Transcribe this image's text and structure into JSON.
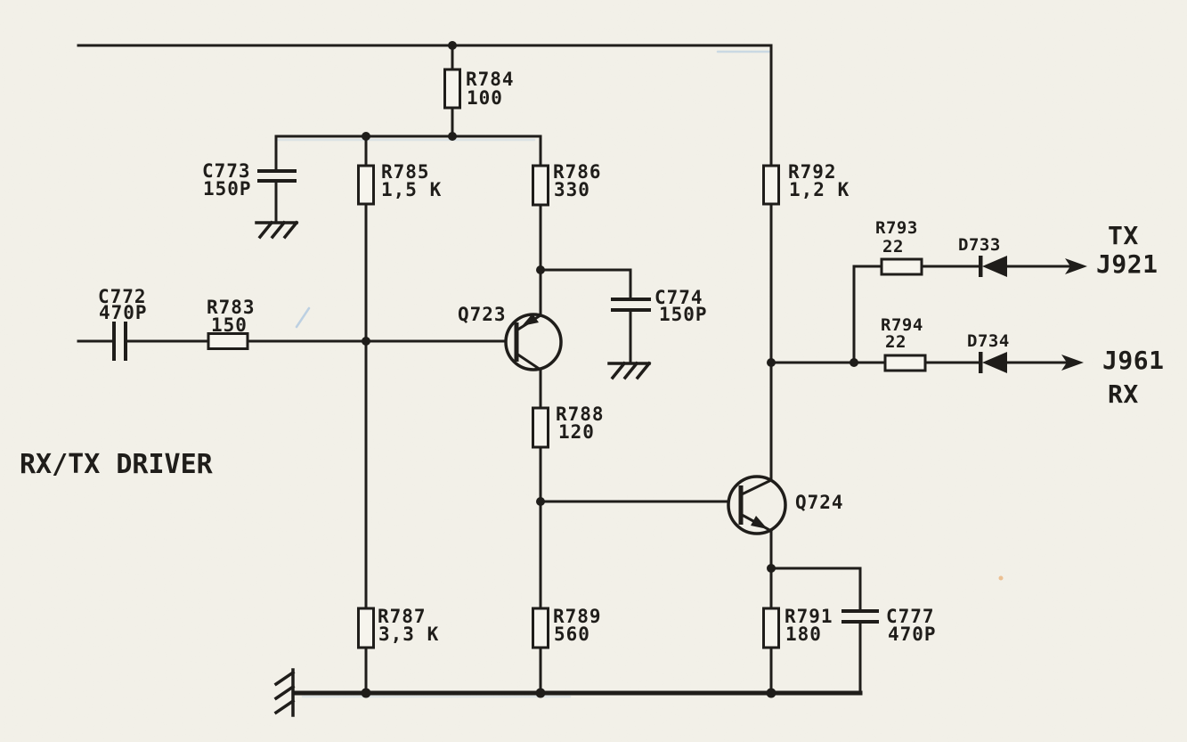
{
  "title": "RX/TX DRIVER",
  "colors": {
    "paper": "#f3f1e9",
    "ink": "#1f1d1a",
    "pen_mark": "#8fb6dc"
  },
  "components": {
    "R783": {
      "ref": "R783",
      "value": "150"
    },
    "R784": {
      "ref": "R784",
      "value": "100"
    },
    "R785": {
      "ref": "R785",
      "value": "1,5 K"
    },
    "R786": {
      "ref": "R786",
      "value": "330"
    },
    "R787": {
      "ref": "R787",
      "value": "3,3 K"
    },
    "R788": {
      "ref": "R788",
      "value": "120"
    },
    "R789": {
      "ref": "R789",
      "value": "560"
    },
    "R791": {
      "ref": "R791",
      "value": "180"
    },
    "R792": {
      "ref": "R792",
      "value": "1,2 K"
    },
    "R793": {
      "ref": "R793",
      "value": "22"
    },
    "R794": {
      "ref": "R794",
      "value": "22"
    },
    "C772": {
      "ref": "C772",
      "value": "470P"
    },
    "C773": {
      "ref": "C773",
      "value": "150P"
    },
    "C774": {
      "ref": "C774",
      "value": "150P"
    },
    "C777": {
      "ref": "C777",
      "value": "470P"
    },
    "Q723": {
      "ref": "Q723"
    },
    "Q724": {
      "ref": "Q724"
    },
    "D733": {
      "ref": "D733"
    },
    "D734": {
      "ref": "D734"
    }
  },
  "ports": {
    "tx": {
      "line1": "TX",
      "line2": "J921"
    },
    "rx": {
      "line1": "J961",
      "line2": "RX"
    }
  }
}
